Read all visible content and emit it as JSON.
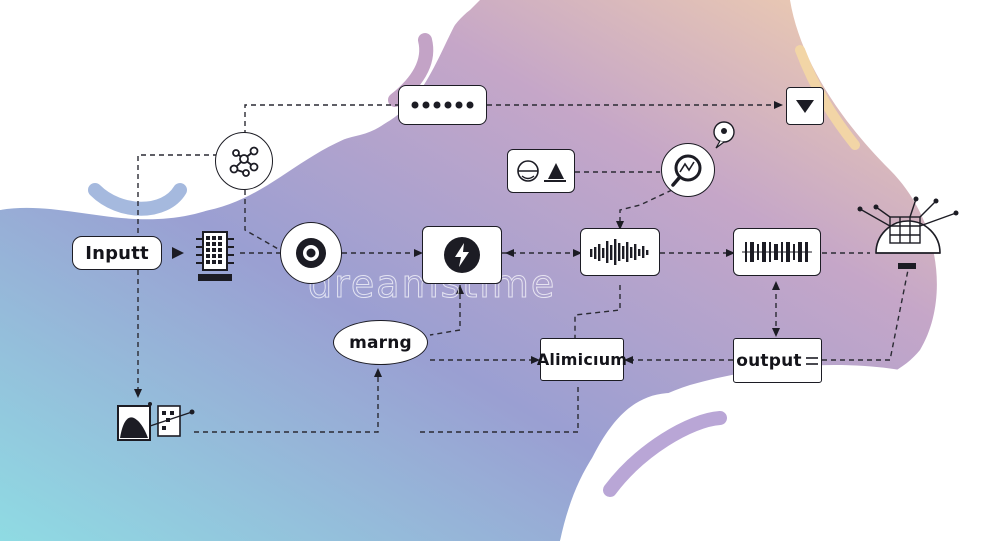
{
  "colors": {
    "gradient_left": "#8fd3e0",
    "gradient_mid": "#9b9ccf",
    "gradient_right": "#f2cba7",
    "accent_pink": "#c79bc0",
    "line": "#1c1c24"
  },
  "nodes": {
    "input_label": "Inputt",
    "marng_label": "marng",
    "alimicium_label": "Alimicıum",
    "output_label": "output"
  },
  "watermark": "dreamstime",
  "icons": [
    "network-icon",
    "cpu-chip-icon",
    "target-icon",
    "lightning-icon",
    "triangle-icon",
    "search-icon",
    "waveform-icon",
    "barcode-icon",
    "neural-globe-icon",
    "chart-icon",
    "password-icon",
    "dropdown-arrow-icon",
    "location-pin-icon"
  ]
}
